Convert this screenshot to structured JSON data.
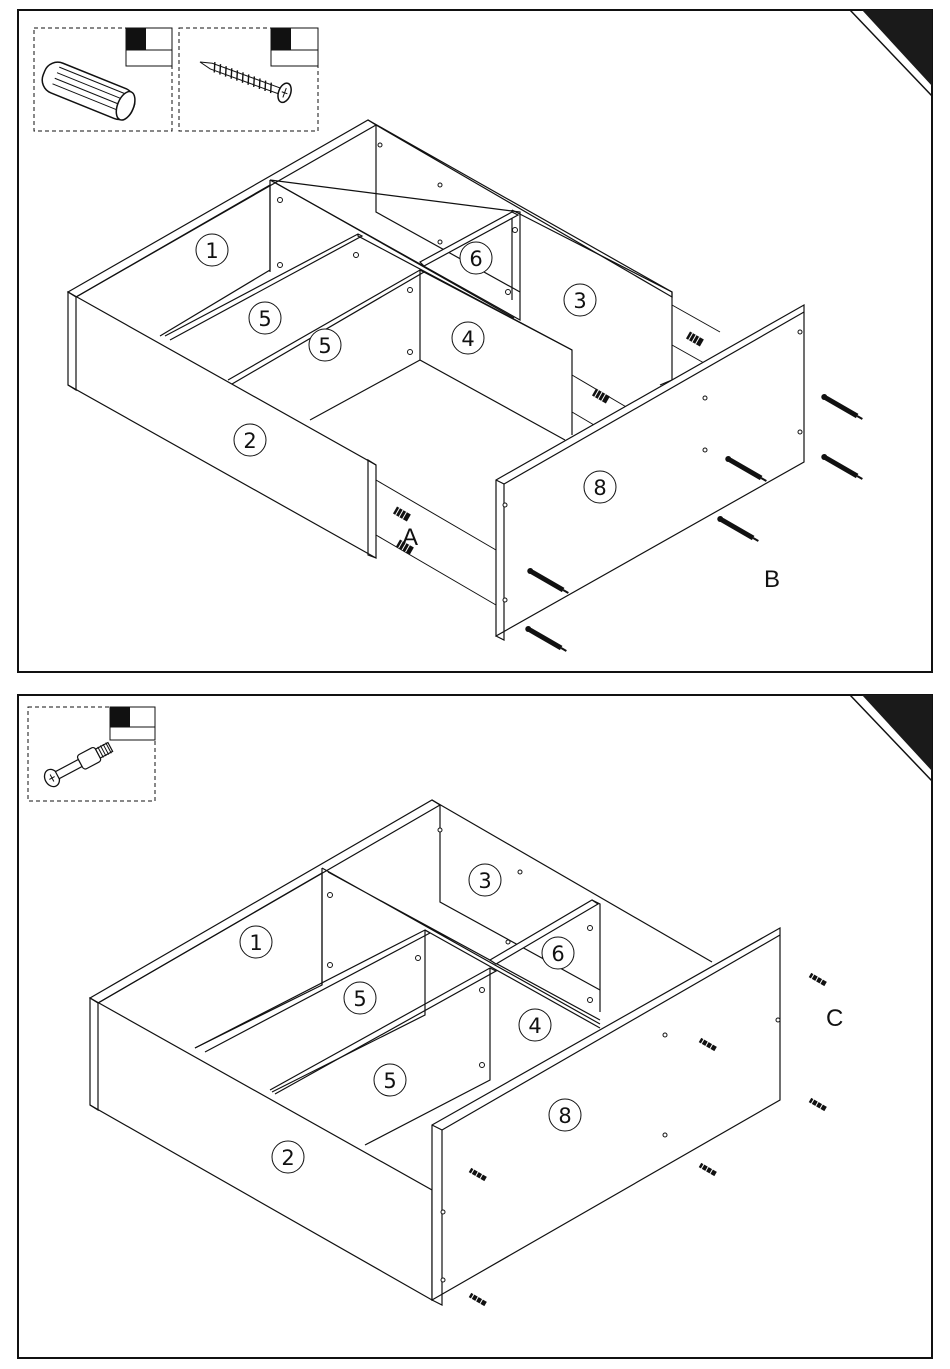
{
  "colors": {
    "ink": "#111111",
    "paper": "#ffffff",
    "corner": "#1a1a1a"
  },
  "step1": {
    "hardware": [
      {
        "icon": "wooden-dowel-icon"
      },
      {
        "icon": "wood-screw-icon"
      }
    ],
    "parts": [
      {
        "id": "p1",
        "label": "1"
      },
      {
        "id": "p2",
        "label": "2"
      },
      {
        "id": "p3",
        "label": "3"
      },
      {
        "id": "p4",
        "label": "4"
      },
      {
        "id": "p5a",
        "label": "5"
      },
      {
        "id": "p5b",
        "label": "5"
      },
      {
        "id": "p6",
        "label": "6"
      },
      {
        "id": "p8",
        "label": "8"
      }
    ],
    "callouts": {
      "a": "A",
      "b": "B"
    }
  },
  "step2": {
    "hardware": [
      {
        "icon": "cam-bolt-icon"
      }
    ],
    "parts": [
      {
        "id": "p1",
        "label": "1"
      },
      {
        "id": "p2",
        "label": "2"
      },
      {
        "id": "p3",
        "label": "3"
      },
      {
        "id": "p4",
        "label": "4"
      },
      {
        "id": "p5a",
        "label": "5"
      },
      {
        "id": "p5b",
        "label": "5"
      },
      {
        "id": "p6",
        "label": "6"
      },
      {
        "id": "p8",
        "label": "8"
      }
    ],
    "callouts": {
      "c": "C"
    }
  }
}
